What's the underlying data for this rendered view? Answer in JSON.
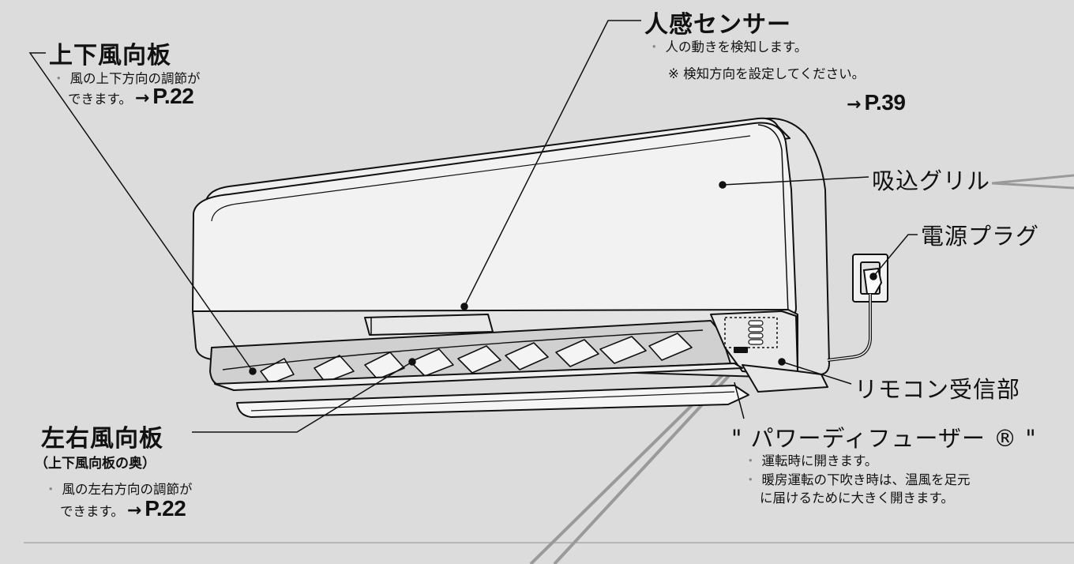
{
  "labels": {
    "vertical_louver": {
      "title": "上下風向板",
      "note_line1": "風の上下方向の調節が",
      "note_line2": "できます。",
      "page_ref": "P.22"
    },
    "motion_sensor": {
      "title": "人感センサー",
      "note": "人の動きを検知します。",
      "note2": "※ 検知方向を設定してください。",
      "page_ref": "P.39"
    },
    "intake_grille": {
      "title": "吸込グリル"
    },
    "power_plug": {
      "title": "電源プラグ"
    },
    "remote_receiver": {
      "title": "リモコン受信部"
    },
    "power_diffuser": {
      "title": "\" パワーディフューザー ® \"",
      "note1": "運転時に開きます。",
      "note2_line1": "暖房運転の下吹き時は、温風を足元",
      "note2_line2": "に届けるために大きく開きます。"
    },
    "horizontal_louver": {
      "title": "左右風向板",
      "subtitle": "（上下風向板の奥）",
      "note_line1": "風の左右方向の調節が",
      "note_line2": "できます。",
      "page_ref": "P.22"
    }
  },
  "symbols": {
    "arrow": "→",
    "bullet": "・"
  },
  "colors": {
    "background": "#dcdcdc",
    "unit_body": "#ececec",
    "line": "#111111",
    "accent_line": "#9a9a9a"
  }
}
